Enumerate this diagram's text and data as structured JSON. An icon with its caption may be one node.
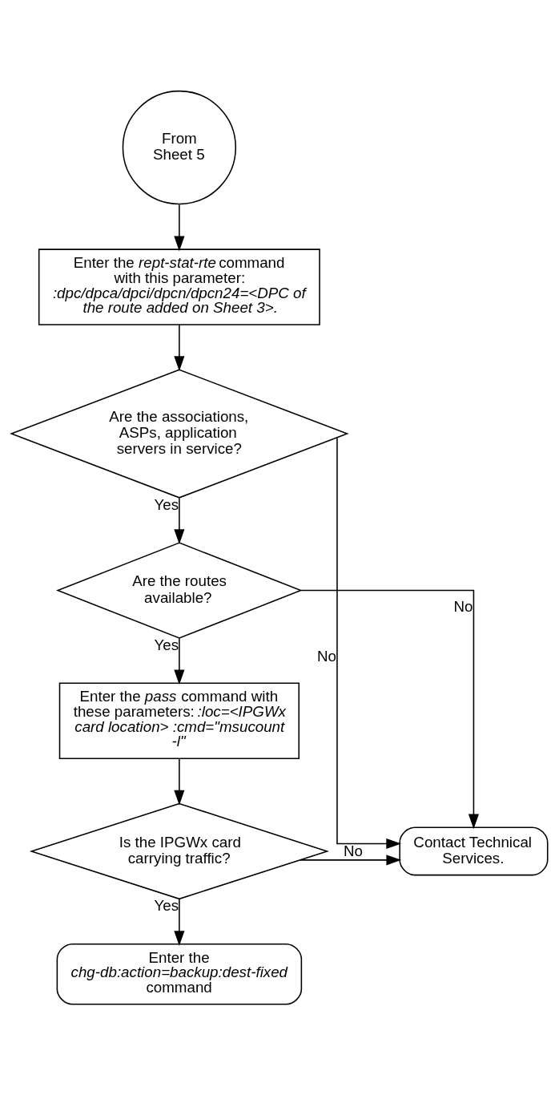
{
  "diagram": {
    "nodes": [
      {
        "text": [
          "From Sheet 5"
        ]
      },
      {
        "text": [
          "Enter the *rept-stat-rte* command with this parameter: *:dpc/dpca/dpci/dpcn/dpcn24=<DPC of the route added on Sheet 3>.*"
        ]
      },
      {
        "text": [
          "Are the associations, ASPs, application servers in service?"
        ]
      },
      {
        "text": [
          "Are the routes available?"
        ]
      },
      {
        "text": [
          "Enter the *pass* command with these parameters: *:loc=<IPGWx card location> :cmd=\"msucount -l\"*"
        ]
      },
      {
        "text": [
          "Is the IPGWx card carrying traffic?"
        ]
      },
      {
        "text": [
          "Contact Technical Services."
        ]
      },
      {
        "text": [
          "Enter the *chg-db:action=backup:dest-fixed* command"
        ]
      }
    ],
    "edges": [
      {
        "from": 0,
        "to": 1,
        "arrow": "to"
      },
      {
        "from": 1,
        "to": 2,
        "arrow": "to"
      },
      {
        "from": 2,
        "to": 3,
        "arrow": "to",
        "label": "Yes"
      },
      {
        "from": 2,
        "to": 6,
        "arrow": "to",
        "label": "No"
      },
      {
        "from": 3,
        "to": 4,
        "arrow": "to",
        "label": "Yes"
      },
      {
        "from": 3,
        "to": 6,
        "arrow": "to",
        "label": "No"
      },
      {
        "from": 4,
        "to": 5,
        "arrow": "to"
      },
      {
        "from": 5,
        "to": 6,
        "arrow": "to",
        "label": "No"
      },
      {
        "from": 5,
        "to": 7,
        "arrow": "to",
        "label": "Yes"
      }
    ]
  }
}
